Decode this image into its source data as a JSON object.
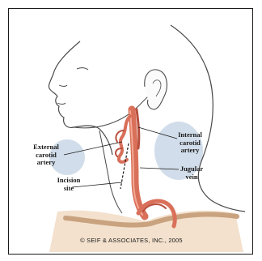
{
  "labels": {
    "external_carotid_artery": [
      "External",
      "carotid",
      "artery"
    ],
    "incision_site": [
      "Incision",
      "site"
    ],
    "internal_carotid_artery": [
      "Internal",
      "carotid",
      "artery"
    ],
    "jugular_vein": [
      "Jugular",
      "vein"
    ]
  },
  "credit": "© SEIF & ASSOCIATES, INC., 2005",
  "colors": {
    "artery": "#d9705a",
    "artery_dark": "#b8503e",
    "vein_shade": "#c9d7e6",
    "skin_line": "#4a4a4a",
    "shoulder": "#e8c9a8"
  }
}
